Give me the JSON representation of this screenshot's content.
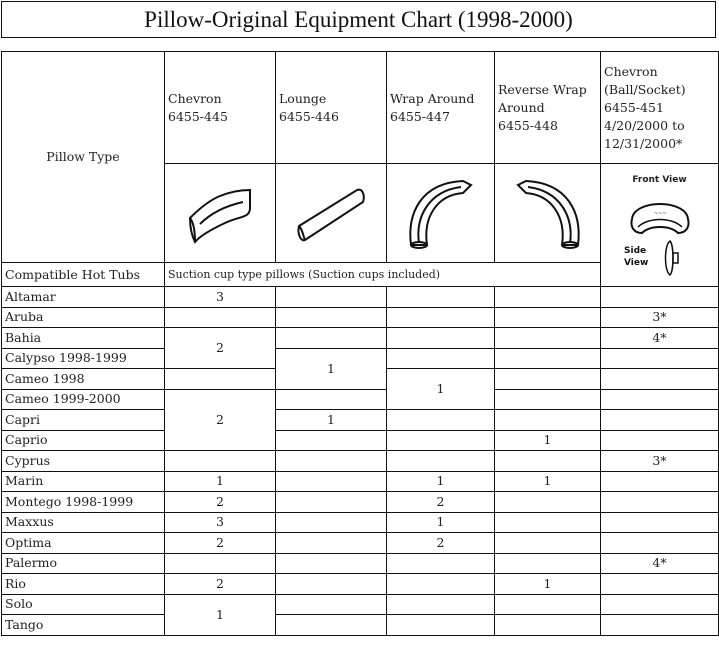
{
  "title": "Pillow-Original Equipment Chart (1998-2000)",
  "header": {
    "pillow_type_label": "Pillow Type",
    "columns": [
      {
        "name": "Chevron",
        "part": "6455-445"
      },
      {
        "name": "Lounge",
        "part": "6455-446"
      },
      {
        "name": "Wrap Around",
        "part": "6455-447"
      },
      {
        "name": "Reverse Wrap Around",
        "part": "6455-448"
      },
      {
        "name": "Chevron (Ball/Socket)",
        "part": "6455-451",
        "dates": "4/20/2000 to 12/31/2000*"
      }
    ],
    "images": [
      {
        "icon": "chevron-pillow-icon"
      },
      {
        "icon": "lounge-pillow-icon"
      },
      {
        "icon": "wrap-around-pillow-icon"
      },
      {
        "icon": "reverse-wrap-around-pillow-icon"
      },
      {
        "icon": "ball-socket-pillow-icon",
        "front_label": "Front View",
        "side_label": "Side View"
      }
    ],
    "compatible_label": "Compatible Hot Tubs",
    "suction_note": "Suction cup type pillows (Suction cups included)"
  },
  "rows": [
    {
      "tub": "Altamar"
    },
    {
      "tub": "Aruba"
    },
    {
      "tub": "Bahia"
    },
    {
      "tub": "Calypso 1998-1999"
    },
    {
      "tub": "Cameo 1998"
    },
    {
      "tub": "Cameo 1999-2000"
    },
    {
      "tub": "Capri"
    },
    {
      "tub": "Caprio"
    },
    {
      "tub": "Cyprus"
    },
    {
      "tub": "Marin"
    },
    {
      "tub": "Montego 1998-1999"
    },
    {
      "tub": "Maxxus"
    },
    {
      "tub": "Optima"
    },
    {
      "tub": "Palermo"
    },
    {
      "tub": "Rio"
    },
    {
      "tub": "Solo"
    },
    {
      "tub": "Tango"
    }
  ],
  "values": {
    "altamar_chevron": "3",
    "aruba_ball": "3*",
    "bahia_calypso_chevron": "2",
    "bahia_ball": "4*",
    "calypso_cameo98_lounge": "1",
    "cameo98_cameo99_wrap": "1",
    "cameo99_capri_caprio_chevron": "2",
    "capri_lounge": "1",
    "caprio_reverse": "1",
    "cyprus_ball": "3*",
    "marin_chevron": "1",
    "marin_wrap": "1",
    "marin_reverse": "1",
    "montego_chevron": "2",
    "montego_wrap": "2",
    "maxxus_chevron": "3",
    "maxxus_wrap": "1",
    "optima_chevron": "2",
    "optima_wrap": "2",
    "palermo_ball": "4*",
    "rio_chevron": "2",
    "rio_reverse": "1",
    "solo_tango_chevron": "1"
  }
}
